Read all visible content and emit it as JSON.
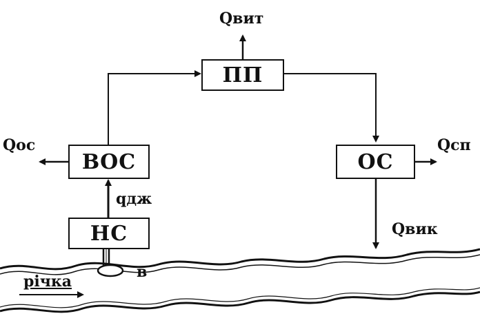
{
  "blocks": {
    "pp": "ПП",
    "vos": "ВОС",
    "os": "ОС",
    "ns": "НС"
  },
  "labels": {
    "q_vit": "Qвит",
    "q_os": "Qос",
    "q_sp": "Qсп",
    "q_dzh": "qдж",
    "q_vyk": "Qвик",
    "intake": "в",
    "river": "річка"
  }
}
